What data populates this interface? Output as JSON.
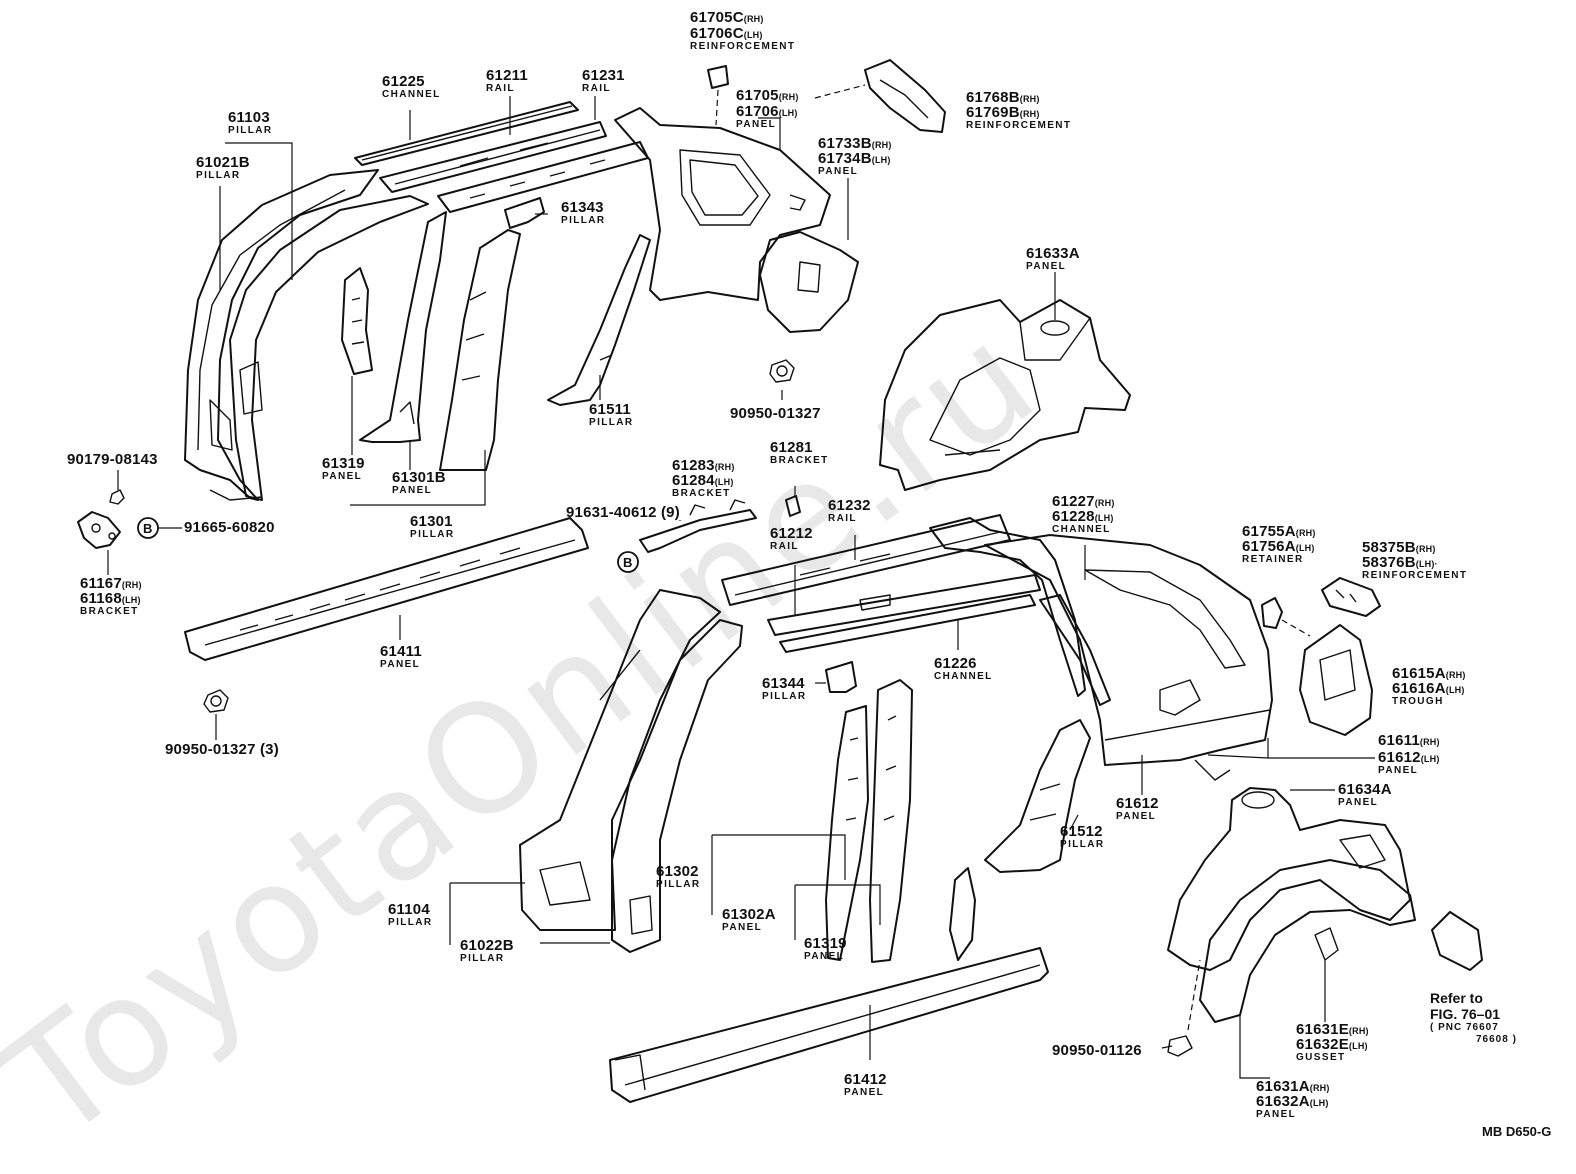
{
  "watermark": "ToyotaOnline.ru",
  "diagram_code": "MB D650-G",
  "refer_note": {
    "line1": "Refer to",
    "line2": "FIG. 76–01",
    "line3": "( PNC 76607",
    "line4": "76608 )"
  },
  "labels": {
    "p61705c": {
      "num": "61705C",
      "side": "(RH)"
    },
    "p61706c": {
      "num": "61706C",
      "side": "(LH)",
      "desc": "REINFORCEMENT"
    },
    "p61768b": {
      "num": "61768B",
      "side": "(RH)"
    },
    "p61769b": {
      "num": "61769B",
      "side": "(RH)",
      "desc": "REINFORCEMENT"
    },
    "p61705": {
      "num": "61705",
      "side": "(RH)"
    },
    "p61706": {
      "num": "61706",
      "side": "(LH)",
      "desc": "PANEL"
    },
    "p61733b": {
      "num": "61733B",
      "side": "(RH)"
    },
    "p61734b": {
      "num": "61734B",
      "side": "(LH)",
      "desc": "PANEL"
    },
    "p61225": {
      "num": "61225",
      "desc": "CHANNEL"
    },
    "p61211": {
      "num": "61211",
      "desc": "RAIL"
    },
    "p61231": {
      "num": "61231",
      "desc": "RAIL"
    },
    "p61103": {
      "num": "61103",
      "desc": "PILLAR"
    },
    "p61021b": {
      "num": "61021B",
      "desc": "PILLAR"
    },
    "p61343": {
      "num": "61343",
      "desc": "PILLAR"
    },
    "p61633a": {
      "num": "61633A",
      "desc": "PANEL"
    },
    "p61511": {
      "num": "61511",
      "desc": "PILLAR"
    },
    "p90950_1": {
      "num": "90950-01327"
    },
    "p90179": {
      "num": "90179-08143"
    },
    "p61319a": {
      "num": "61319",
      "desc": "PANEL"
    },
    "p61301b": {
      "num": "61301B",
      "desc": "PANEL"
    },
    "p61301": {
      "num": "61301",
      "desc": "PILLAR"
    },
    "p91665": {
      "num": "91665-60820"
    },
    "p61167": {
      "num": "61167",
      "side": "(RH)"
    },
    "p61168": {
      "num": "61168",
      "side": "(LH)",
      "desc": "BRACKET"
    },
    "p61283": {
      "num": "61283",
      "side": "(RH)"
    },
    "p61284": {
      "num": "61284",
      "side": "(LH)",
      "desc": "BRACKET"
    },
    "p61281": {
      "num": "61281",
      "desc": "BRACKET"
    },
    "p91631": {
      "num": "91631-40612 (9)"
    },
    "p61232": {
      "num": "61232",
      "desc": "RAIL"
    },
    "p61212": {
      "num": "61212",
      "desc": "RAIL"
    },
    "p61227": {
      "num": "61227",
      "side": "(RH)"
    },
    "p61228": {
      "num": "61228",
      "side": "(LH)",
      "desc": "CHANNEL"
    },
    "p61755a": {
      "num": "61755A",
      "side": "(RH)"
    },
    "p61756a": {
      "num": "61756A",
      "side": "(LH)",
      "desc": "RETAINER"
    },
    "p58375b": {
      "num": "58375B",
      "side": "(RH)"
    },
    "p58376b": {
      "num": "58376B",
      "side": "(LH)·",
      "desc": "REINFORCEMENT"
    },
    "p61411": {
      "num": "61411",
      "desc": "PANEL"
    },
    "p90950_3": {
      "num": "90950-01327 (3)"
    },
    "p61344": {
      "num": "61344",
      "desc": "PILLAR"
    },
    "p61226": {
      "num": "61226",
      "desc": "CHANNEL"
    },
    "p61615a": {
      "num": "61615A",
      "side": "(RH)"
    },
    "p61616a": {
      "num": "61616A",
      "side": "(LH)",
      "desc": "TROUGH"
    },
    "p61611": {
      "num": "61611",
      "side": "(RH)"
    },
    "p61612a": {
      "num": "61612",
      "side": "(LH)",
      "desc": "PANEL"
    },
    "p61634a": {
      "num": "61634A",
      "desc": "PANEL"
    },
    "p61612b": {
      "num": "61612",
      "desc": "PANEL"
    },
    "p61512": {
      "num": "61512",
      "desc": "PILLAR"
    },
    "p61302": {
      "num": "61302",
      "desc": "PILLAR"
    },
    "p61104": {
      "num": "61104",
      "desc": "PILLAR"
    },
    "p61302a": {
      "num": "61302A",
      "desc": "PANEL"
    },
    "p61022b": {
      "num": "61022B",
      "desc": "PILLAR"
    },
    "p61319b": {
      "num": "61319",
      "desc": "PANEL"
    },
    "p61631e": {
      "num": "61631E",
      "side": "(RH)"
    },
    "p61632e": {
      "num": "61632E",
      "side": "(LH)",
      "desc": "GUSSET"
    },
    "p90950_01126": {
      "num": "90950-01126"
    },
    "p61412": {
      "num": "61412",
      "desc": "PANEL"
    },
    "p61631a": {
      "num": "61631A",
      "side": "(RH)"
    },
    "p61632a": {
      "num": "61632A",
      "side": "(LH)",
      "desc": "PANEL"
    }
  }
}
